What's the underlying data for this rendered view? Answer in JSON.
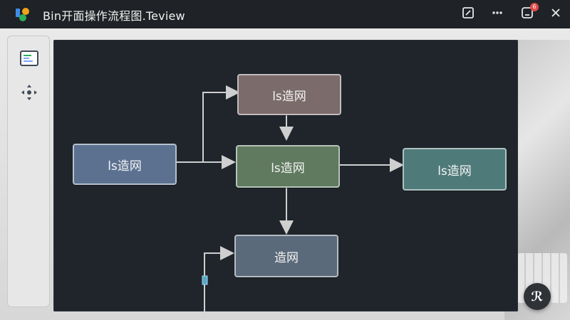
{
  "window": {
    "title": "Bin开面操作流程图.Teview",
    "notification_count": "6"
  },
  "nodes": {
    "left": "ls造网",
    "top": "ls造网",
    "center": "ls造网",
    "right": "ls造网",
    "bottom": "造网"
  },
  "icons": {
    "logo": "app-logo-icon",
    "edit": "edit-icon",
    "more": "more-icon",
    "notifications": "notification-icon",
    "close": "close-icon",
    "panel": "panel-icon",
    "move": "move-icon",
    "fab": "assistant-icon"
  },
  "fab": {
    "label": "ℛ"
  },
  "colors": {
    "canvas": "#1f252b",
    "node_left": "#5c7190",
    "node_top": "#7b6b6b",
    "node_center": "#5f7a5f",
    "node_right": "#4f7a7a",
    "node_bottom": "#5b6a7a",
    "arrows": "#cfcfcf"
  }
}
